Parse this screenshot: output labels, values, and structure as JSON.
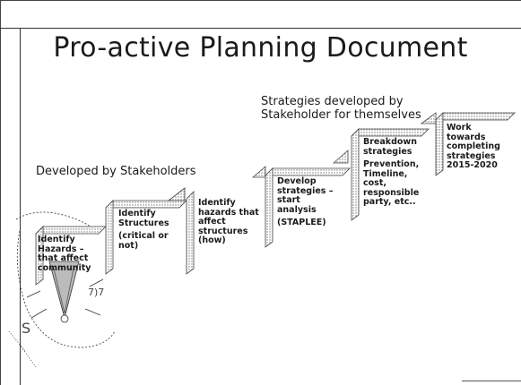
{
  "title": "Pro-active Planning Document",
  "captions": {
    "stakeholders": "Developed by Stakeholders",
    "strategies_line1": "Strategies developed by",
    "strategies_line2": "Stakeholder for themselves"
  },
  "steps": [
    {
      "text": "Identify Hazards – that affect community",
      "sub": ""
    },
    {
      "text": "Identify Structures",
      "sub": "(critical or not)"
    },
    {
      "text": "Identify hazards that affect structures (how)",
      "sub": ""
    },
    {
      "text": "Develop strategies – start analysis",
      "sub": "(STAPLEE)"
    },
    {
      "text": "Breakdown strategies",
      "sub": "Prevention, Timeline, cost, responsible party, etc.."
    },
    {
      "text": "Work towards completing strategies 2015-2020",
      "sub": ""
    }
  ]
}
